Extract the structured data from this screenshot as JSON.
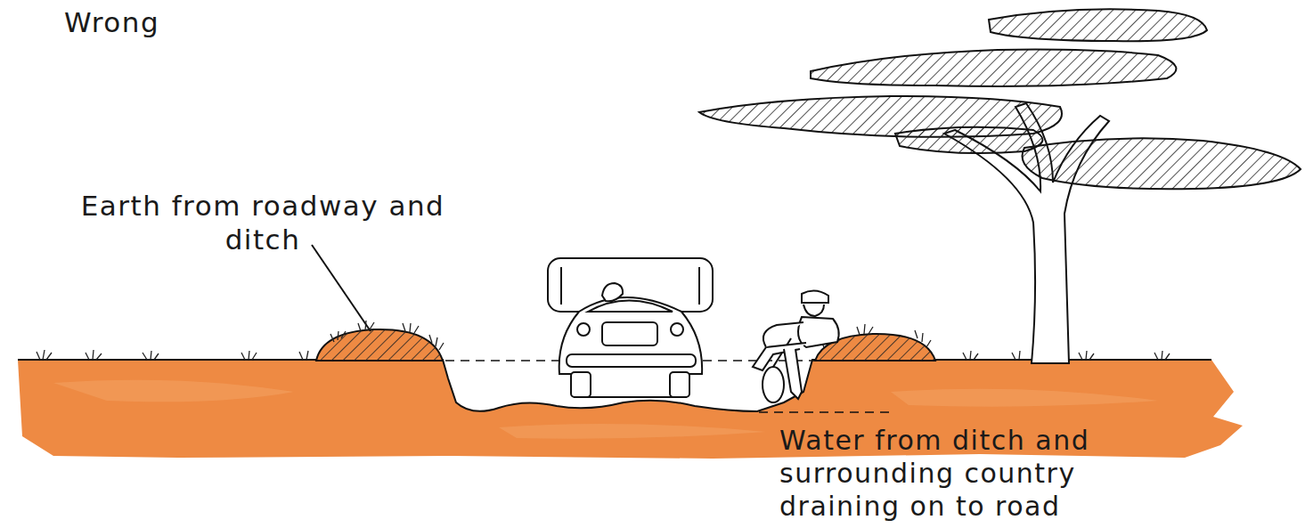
{
  "diagram": {
    "title": "Wrong",
    "labels": [
      "Earth from roadway and ditch",
      "Water from ditch and surrounding country draining on to road"
    ]
  }
}
